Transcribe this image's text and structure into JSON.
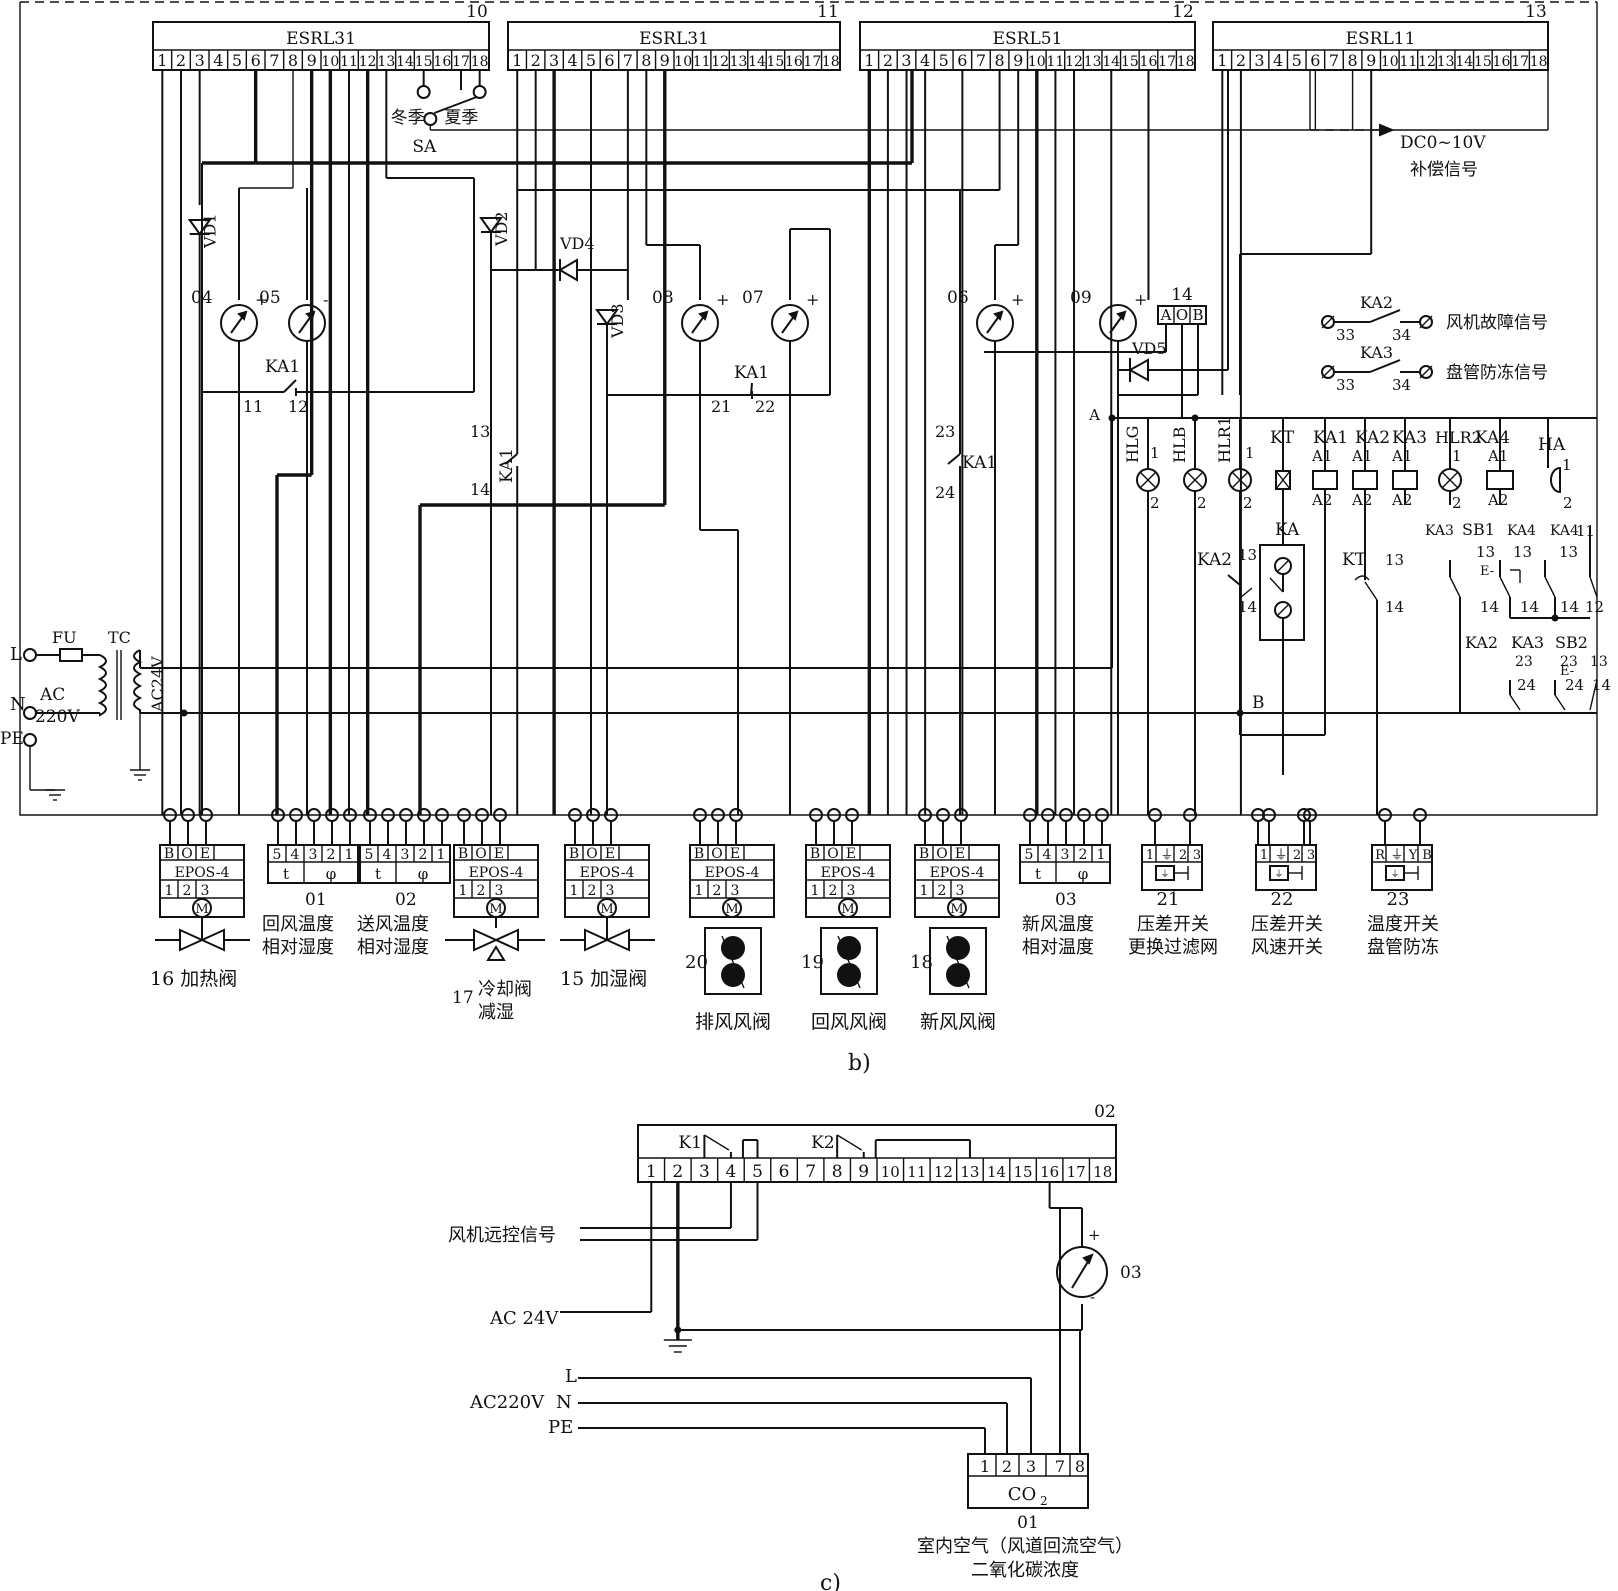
{
  "controllers": [
    {
      "id": "10",
      "model": "ESRL31"
    },
    {
      "id": "11",
      "model": "ESRL31"
    },
    {
      "id": "12",
      "model": "ESRL51"
    },
    {
      "id": "13",
      "model": "ESRL11"
    }
  ],
  "terminal_numbers": [
    "1",
    "2",
    "3",
    "4",
    "5",
    "6",
    "7",
    "8",
    "9",
    "10",
    "11",
    "12",
    "13",
    "14",
    "15",
    "16",
    "17",
    "18"
  ],
  "season_switch": {
    "id": "SA",
    "winter": "冬季",
    "summer": "夏季"
  },
  "compensation_signal": {
    "range": "DC0~10V",
    "label": "补偿信号"
  },
  "diodes": [
    "VD1",
    "VD2",
    "VD3",
    "VD4",
    "VD5"
  ],
  "meters": [
    {
      "id": "04",
      "sign": "+"
    },
    {
      "id": "05",
      "sign": "-"
    },
    {
      "id": "08",
      "sign": "+"
    },
    {
      "id": "07",
      "sign": "+"
    },
    {
      "id": "06",
      "sign": "+"
    },
    {
      "id": "09",
      "sign": "+"
    }
  ],
  "relay_contacts": [
    {
      "name": "KA1",
      "a": "11",
      "b": "12"
    },
    {
      "name": "KA1",
      "a": "21",
      "b": "22"
    },
    {
      "name": "KA1",
      "a": "13",
      "b": "14"
    },
    {
      "name": "KA1",
      "a": "23",
      "b": "24"
    }
  ],
  "aob_module": {
    "id": "14",
    "pins": [
      "A",
      "O",
      "B"
    ]
  },
  "signals": [
    {
      "relay": "KA2",
      "from": "33",
      "to": "34",
      "label": "风机故障信号"
    },
    {
      "relay": "KA3",
      "from": "33",
      "to": "34",
      "label": "盘管防冻信号"
    }
  ],
  "relay_panel": {
    "node_a": "A",
    "node_b": "B",
    "lamps": [
      "HLG",
      "HLB",
      "HLR1",
      "HLR2"
    ],
    "coils": [
      "KT",
      "KA1",
      "KA2",
      "KA3",
      "KA4"
    ],
    "buzzer": "HA",
    "pins": {
      "a1": "A1",
      "a2": "A2",
      "one": "1",
      "two": "2"
    },
    "contacts": {
      "ka2": "KA2",
      "ka3": "KA3",
      "ka4": "KA4",
      "kt": "KT",
      "ka": "KA",
      "sb1": "SB1",
      "sb2": "SB2",
      "e": "E-"
    },
    "nums": {
      "n11": "11",
      "n12": "12",
      "n13": "13",
      "n14": "14",
      "n23": "23",
      "n24": "24"
    }
  },
  "power": {
    "l": "L",
    "n": "N",
    "pe": "PE",
    "fuse": "FU",
    "transformer": "TC",
    "ac": "AC",
    "mains": "220V",
    "secondary": "AC24V"
  },
  "actuator_model": "EPOS-4",
  "actuator_pins": [
    "B",
    "O",
    "E"
  ],
  "motor_pins": [
    "1",
    "2",
    "3"
  ],
  "motor": "M",
  "sensor_pins": [
    "5",
    "4",
    "3",
    "2",
    "1"
  ],
  "sensor_sub": {
    "t": "t",
    "phi": "φ"
  },
  "devices": [
    {
      "id": "16",
      "label": "16 加热阀"
    },
    {
      "id": "01",
      "line1": "回风温度",
      "line2": "相对湿度"
    },
    {
      "id": "02",
      "line1": "送风温度",
      "line2": "相对湿度"
    },
    {
      "id": "17",
      "line1": "冷却阀",
      "line2": "减湿"
    },
    {
      "id": "15",
      "label": "15 加湿阀"
    },
    {
      "id": "20",
      "label": "排风风阀"
    },
    {
      "id": "19",
      "label": "回风风阀"
    },
    {
      "id": "18",
      "label": "新风风阀"
    },
    {
      "id": "03",
      "line1": "新风温度",
      "line2": "相对温度"
    },
    {
      "id": "21",
      "line1": "压差开关",
      "line2": "更换过滤网"
    },
    {
      "id": "22",
      "line1": "压差开关",
      "line2": "风速开关"
    },
    {
      "id": "23",
      "line1": "温度开关",
      "line2": "盘管防冻"
    }
  ],
  "pd_pins": [
    "1",
    "⏚",
    "2",
    "3"
  ],
  "thermo_pins": [
    "R",
    "⏚",
    "Y",
    "B"
  ],
  "caption_b": "b)",
  "part_c": {
    "controller_id": "02",
    "relays": [
      "K1",
      "K2"
    ],
    "fan_remote": "风机远控信号",
    "ac24": "AC 24V",
    "ac220": "AC220V",
    "meter_id": "03",
    "sensor_pins": [
      "1",
      "2",
      "3",
      "7",
      "8"
    ],
    "sensor": "CO",
    "sensor_sub": "2",
    "sensor_id": "01",
    "desc1": "室内空气（风道回流空气）",
    "desc2": "二氧化碳浓度",
    "caption": "c)"
  }
}
